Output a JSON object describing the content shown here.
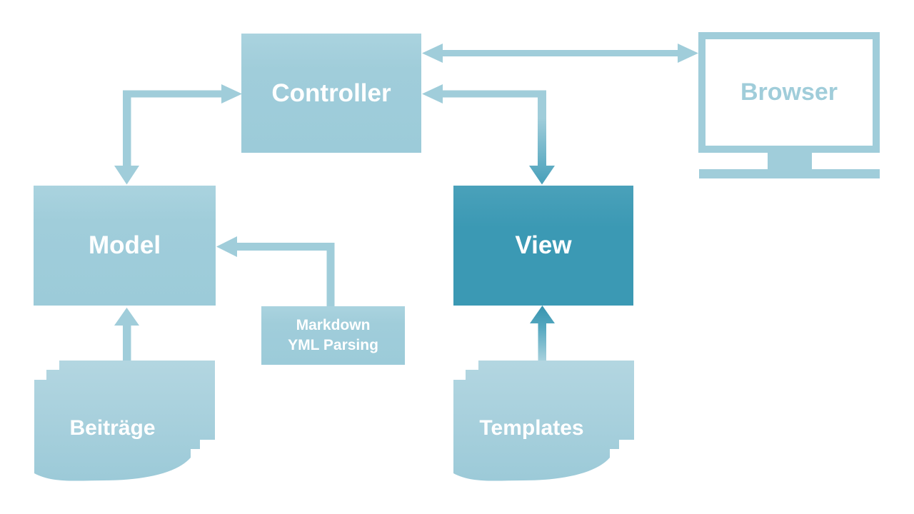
{
  "diagram": {
    "type": "architecture-flow",
    "background": "#ffffff",
    "nodes": {
      "controller": {
        "label": "Controller"
      },
      "browser": {
        "label": "Browser"
      },
      "model": {
        "label": "Model"
      },
      "view": {
        "label": "View"
      },
      "parser": {
        "line1": "Markdown",
        "line2": "YML Parsing"
      },
      "beitraege": {
        "label": "Beiträge"
      },
      "templates": {
        "label": "Templates"
      }
    },
    "edges": [
      {
        "from": "Controller",
        "to": "Browser",
        "style": "double-headed horizontal"
      },
      {
        "from": "View",
        "to": "Controller",
        "style": "double-headed elbow"
      },
      {
        "from": "Model",
        "to": "Controller",
        "style": "double-headed elbow"
      },
      {
        "from": "Markdown YML Parsing",
        "to": "Model",
        "style": "single-headed elbow"
      },
      {
        "from": "Beiträge",
        "to": "Model",
        "style": "single-headed vertical"
      },
      {
        "from": "Templates",
        "to": "View",
        "style": "single-headed vertical gradient"
      }
    ],
    "colors": {
      "light_blue": "#a0cdda",
      "box_fill_light": "#9ccbd9",
      "dark_teal": "#3b99b4",
      "arrow_dark": "#3793ae",
      "label_white": "#ffffff"
    }
  }
}
